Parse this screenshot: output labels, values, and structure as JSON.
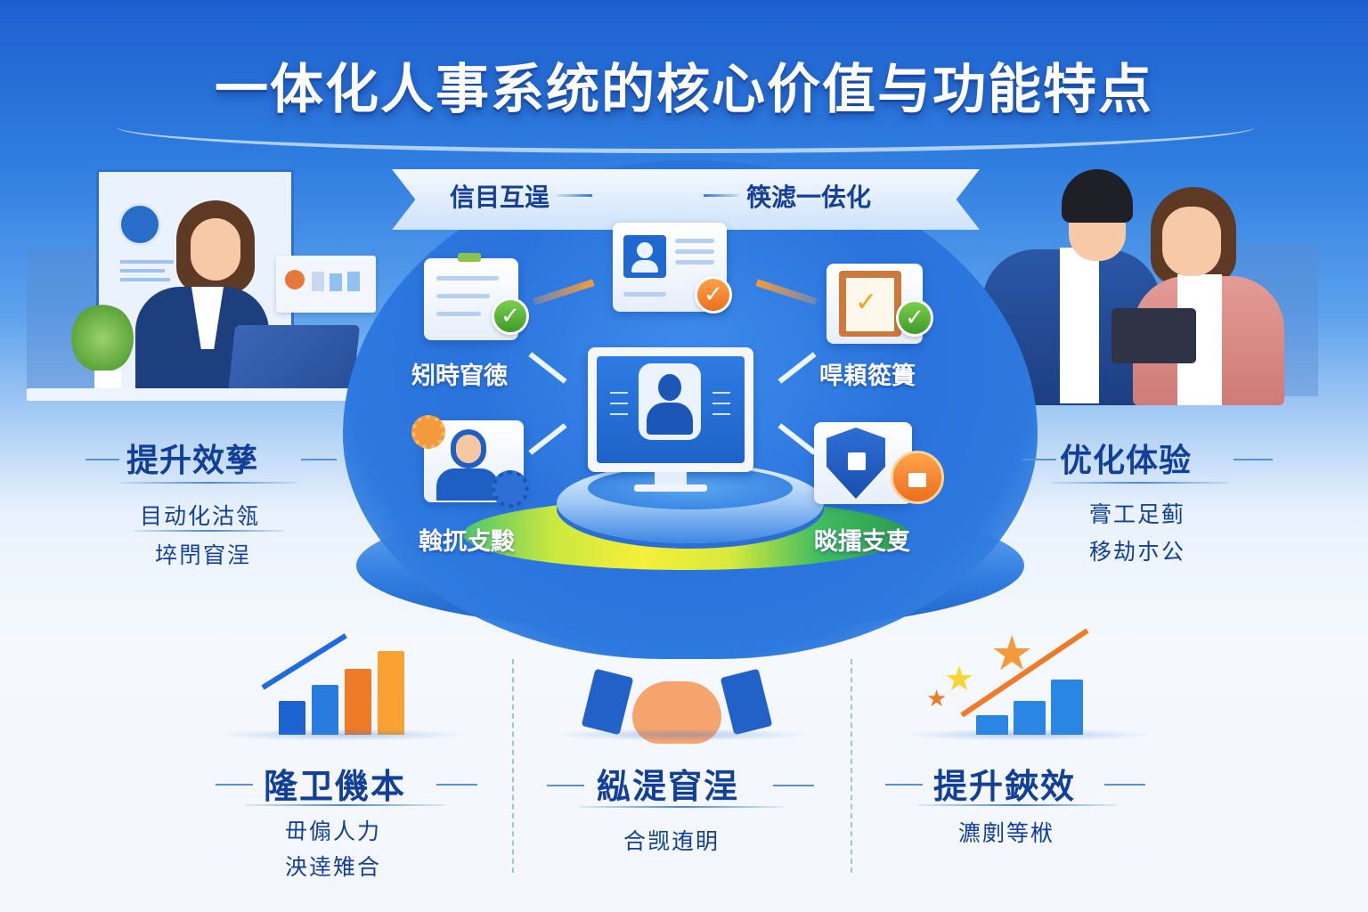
{
  "header": {
    "title": "一体化人事系统的核心价值与功能特点"
  },
  "ribbon": {
    "left_label": "信目互逞",
    "right_label": "筷滤一佉化"
  },
  "center": {
    "features": [
      {
        "id": "top-left",
        "label": "矧時窅徳",
        "icon": "document-check-icon",
        "badge_color": "#4fae33"
      },
      {
        "id": "top-center",
        "label": "",
        "icon": "profile-card-icon",
        "badge_color": "#f07d28"
      },
      {
        "id": "top-right",
        "label": "哻頛篵簣",
        "icon": "clipboard-check-icon",
        "badge_color": "#4fae33"
      },
      {
        "id": "bottom-left",
        "label": "螒扤攴黢",
        "icon": "person-gear-icon",
        "badge_color": "#f07d28"
      },
      {
        "id": "bottom-right",
        "label": "晱擂支叓",
        "icon": "shield-lock-icon",
        "badge_color": "#f07d28"
      }
    ],
    "hub_icon": "monitor-user-icon"
  },
  "left_panel": {
    "heading": "提升效孳",
    "lines": [
      "目动化沽瓴",
      "埣閅窅浧"
    ]
  },
  "right_panel": {
    "heading": "优化体验",
    "lines": [
      "膏工足蓟",
      "移劫朩公"
    ]
  },
  "bottom": {
    "columns": [
      {
        "heading": "隆卫僟本",
        "lines": [
          "毌傓人力",
          "泱逹雉合"
        ],
        "icon": "bar-chart-growth-icon"
      },
      {
        "heading": "紭湜窅浧",
        "lines": [
          "合觊迶眀"
        ],
        "icon": "handshake-icon"
      },
      {
        "heading": "提升鋏效",
        "lines": [
          "瀌剫等栿"
        ],
        "icon": "stars-growth-chart-icon"
      }
    ]
  },
  "colors": {
    "primary_blue": "#1e5fcf",
    "heading_navy": "#123f98",
    "accent_orange": "#f07d28",
    "accent_green": "#4fae33",
    "title_white": "#ffffff"
  },
  "chart_icon_left": {
    "bars": [
      {
        "height": 38,
        "color": "#1c62d0"
      },
      {
        "height": 56,
        "color": "#2a7be0"
      },
      {
        "height": 74,
        "color": "#ef7a28"
      },
      {
        "height": 94,
        "color": "#f8a331"
      }
    ]
  },
  "chart_icon_right": {
    "bars": [
      {
        "height": 22,
        "color": "#2a86e4"
      },
      {
        "height": 38,
        "color": "#2a86e4"
      },
      {
        "height": 62,
        "color": "#2a86e4"
      }
    ]
  }
}
